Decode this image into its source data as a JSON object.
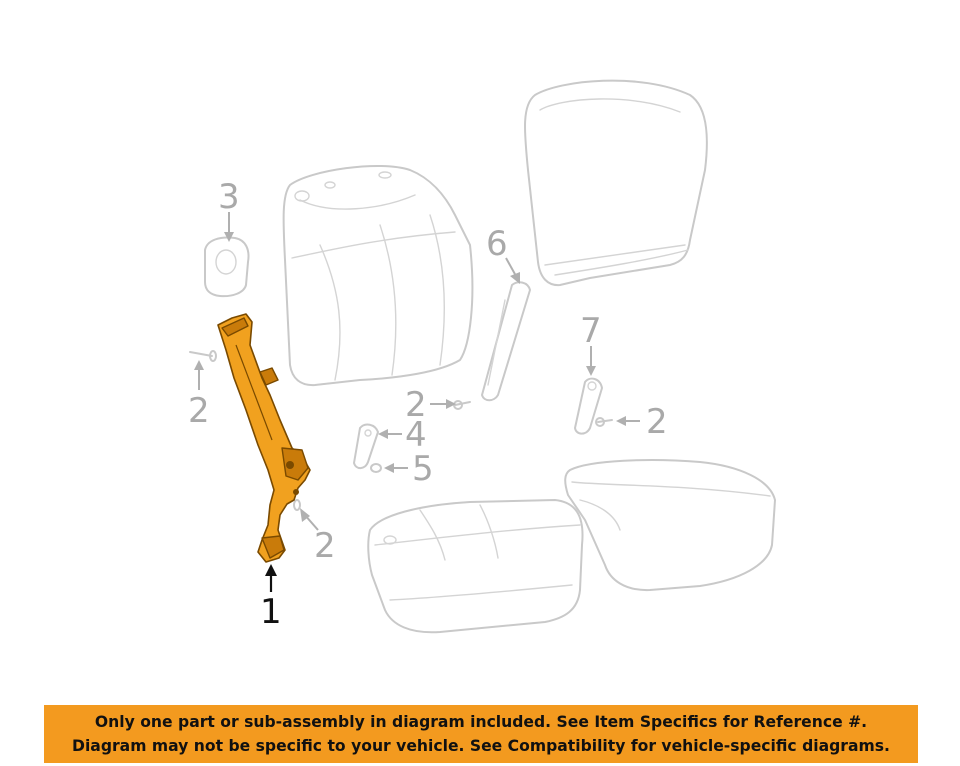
{
  "callouts": {
    "c1": "1",
    "c2a": "2",
    "c2b": "2",
    "c2c": "2",
    "c2d": "2",
    "c3": "3",
    "c4": "4",
    "c5": "5",
    "c6": "6",
    "c7": "7"
  },
  "banner": {
    "line1": "Only one part or sub-assembly in diagram included. See Item Specifics for Reference #.",
    "line2": "Diagram may not be specific to your vehicle. See Compatibility for vehicle-specific diagrams."
  },
  "colors": {
    "highlight": "#f1a11f",
    "banner": "#f39a1f",
    "ghost": "#c9c9c9"
  }
}
